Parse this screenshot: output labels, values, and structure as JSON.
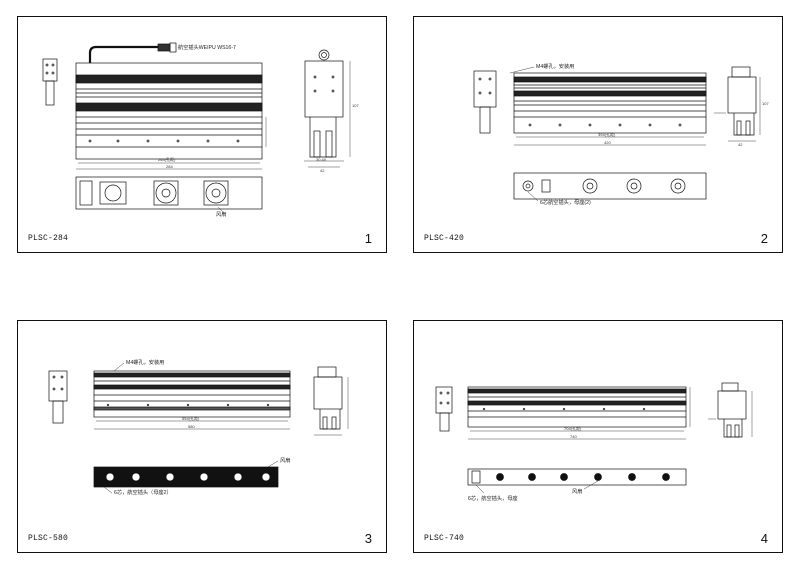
{
  "sheets": [
    {
      "number": "1",
      "model": "PLSC-284",
      "notes": {
        "connector": "航空插头WEIPU WS16-7",
        "fan": "风扇"
      },
      "dims": {
        "length": "284",
        "hole_pitch": "264(孔距)",
        "height": "107",
        "width": "42",
        "side_a": "30.40"
      }
    },
    {
      "number": "2",
      "model": "PLSC-420",
      "notes": {
        "mount": "M4螺孔，安装用",
        "connector": "6芯航空插头，母座(2)"
      },
      "dims": {
        "length": "420",
        "hole_pitch": "394(孔距)",
        "height": "107",
        "width": "42"
      }
    },
    {
      "number": "3",
      "model": "PLSC-580",
      "notes": {
        "mount": "M4螺孔，安装用",
        "fan": "风扇",
        "connector": "6芯，航空插头（母座2）"
      },
      "dims": {
        "length": "580",
        "hole_pitch": "554(孔距)"
      }
    },
    {
      "number": "4",
      "model": "PLSC-740",
      "notes": {
        "fan": "风扇",
        "connector": "6芯，航空插头，母座"
      },
      "dims": {
        "length": "740",
        "hole_pitch": "704(孔距)"
      }
    }
  ]
}
